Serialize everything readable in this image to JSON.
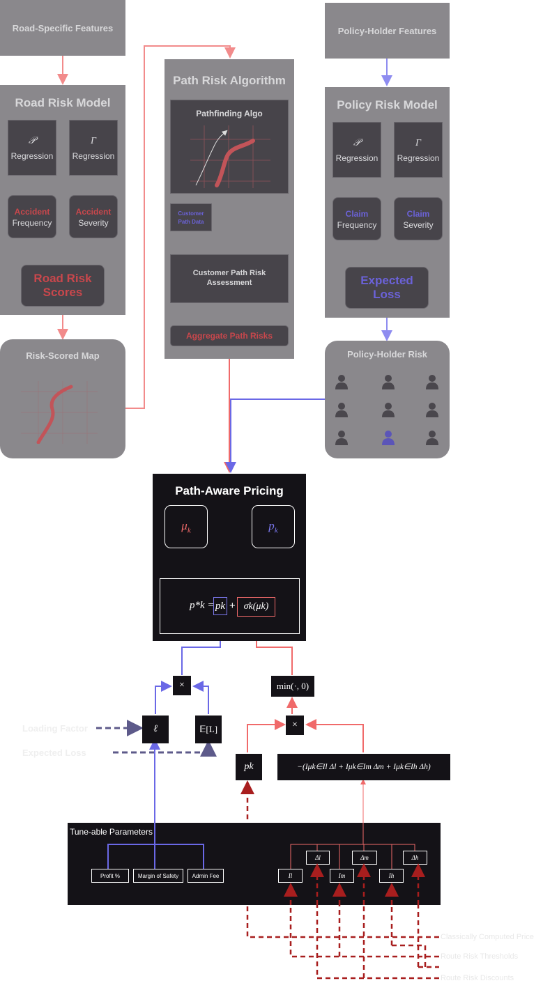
{
  "road": {
    "features": "Road-Specific Features",
    "model_title": "Road Risk Model",
    "reg1_sym": "𝒫",
    "reg1_label": "Regression",
    "reg2_sym": "Γ",
    "reg2_label": "Regression",
    "out1_accent": "Accident",
    "out1_label": "Frequency",
    "out2_accent": "Accident",
    "out2_label": "Severity",
    "scores_line1": "Road Risk",
    "scores_line2": "Scores",
    "map_title": "Risk-Scored Map"
  },
  "path": {
    "title": "Path Risk Algorithm",
    "algo_title": "Pathfinding Algo",
    "customer_data_line1": "Customer",
    "customer_data_line2": "Path Data",
    "assessment_line1": "Customer Path Risk",
    "assessment_line2": "Assessment",
    "aggregate": "Aggregate Path Risks"
  },
  "policy": {
    "features": "Policy-Holder Features",
    "model_title": "Policy Risk Model",
    "reg1_sym": "𝒫",
    "reg1_label": "Regression",
    "reg2_sym": "Γ",
    "reg2_label": "Regression",
    "out1_accent": "Claim",
    "out1_label": "Frequency",
    "out2_accent": "Claim",
    "out2_label": "Severity",
    "loss_line1": "Expected",
    "loss_line2": "Loss",
    "holder_title": "Policy-Holder Risk"
  },
  "pricing": {
    "title": "Path-Aware Pricing",
    "mu": "μ",
    "mu_sub": "k",
    "p": "p",
    "p_sub": "k",
    "eq_lhs": "p*k =",
    "eq_pk": "pk",
    "eq_plus": "+",
    "eq_sigma": "σk(μk)"
  },
  "ops": {
    "times_top": "×",
    "min": "min(·, 0)",
    "times_mid": "×",
    "ell": "ℓ",
    "expected_L": "𝔼[L]",
    "pk": "pk",
    "adjust": "−(Iμk∈Il Δl + Iμk∈Im Δm + Iμk∈Ih Δh)"
  },
  "inputs": {
    "loading_factor": "Loading Factor",
    "expected_loss": "Expected Loss",
    "classic_price": "Classically Computed Price",
    "route_thresholds": "Route Risk Thresholds",
    "route_discounts": "Route Risk Discounts"
  },
  "tune": {
    "title": "Tune-able Parameters",
    "profit": "Profit %",
    "margin": "Margin of Safety",
    "admin": "Admin Fee",
    "delta_l": "Δl",
    "delta_m": "Δm",
    "delta_h": "Δh",
    "i_l": "Il",
    "i_m": "Im",
    "i_h": "Ih"
  },
  "colors": {
    "road_red": "#f28b8b",
    "policy_blue": "#8e8cf0",
    "accent_red": "#c9474c",
    "accent_blue": "#6b62d8",
    "dark_red": "#8f1d1d"
  }
}
